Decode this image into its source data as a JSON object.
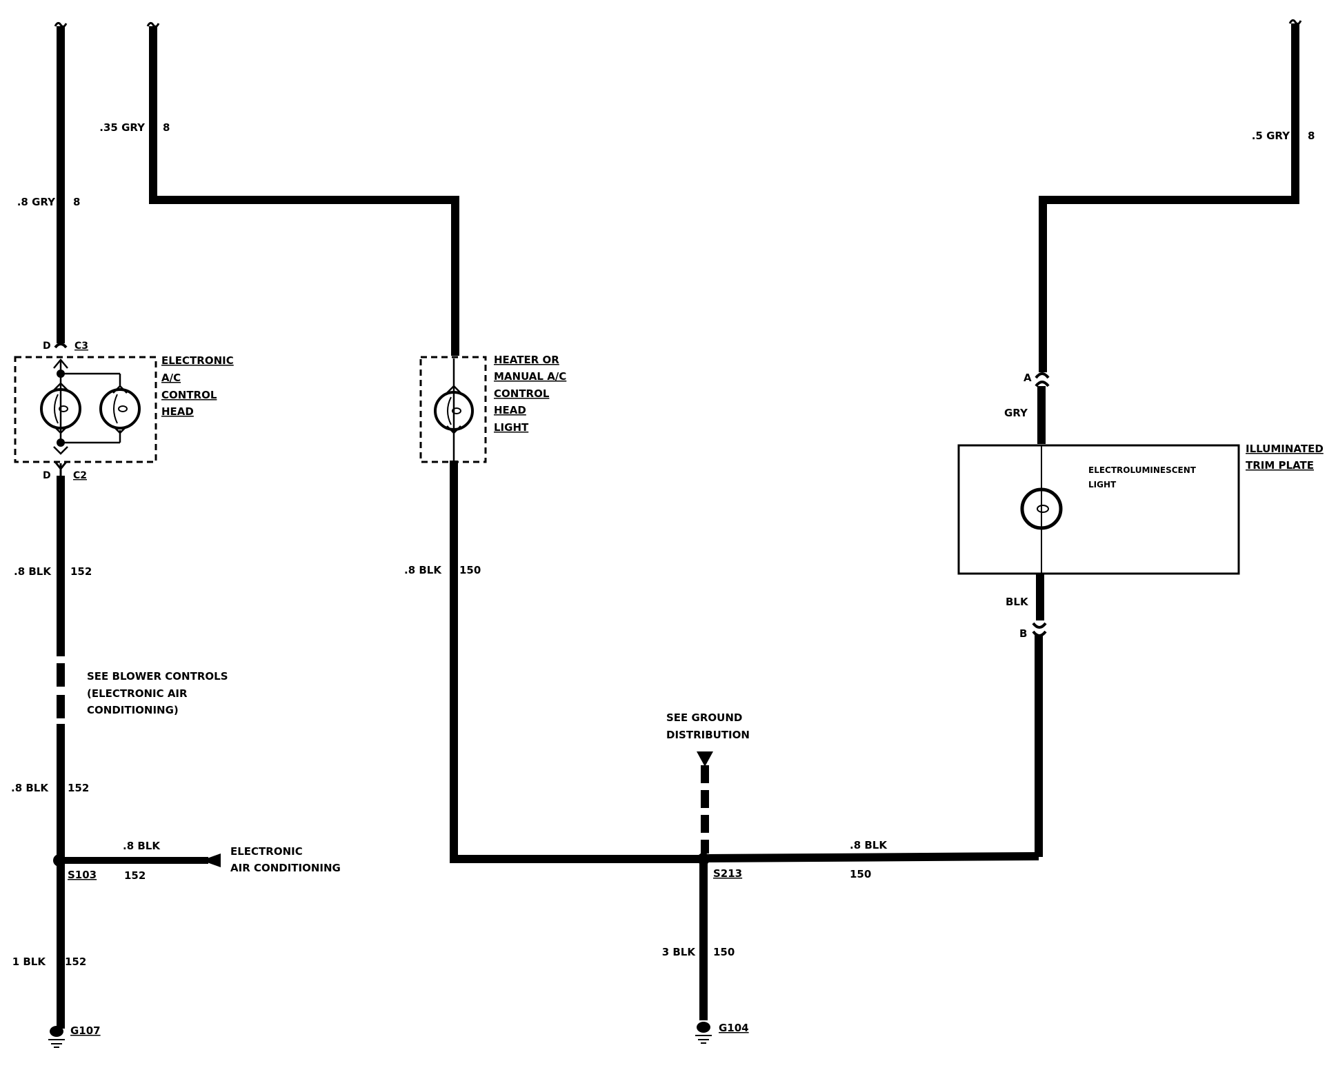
{
  "wires": {
    "w1_top": {
      "size": ".8 GRY",
      "circuit": "8"
    },
    "w2_top": {
      "size": ".35 GRY",
      "circuit": "8"
    },
    "w3_top": {
      "size": ".5 GRY",
      "circuit": "8"
    },
    "w1_mid": {
      "size": ".8 BLK",
      "circuit": "152"
    },
    "w1_low": {
      "size": ".8 BLK",
      "circuit": "152"
    },
    "w1_bottom": {
      "size": "1 BLK",
      "circuit": "152"
    },
    "branch_ac": {
      "size": ".8 BLK",
      "circuit": "152"
    },
    "w2_mid": {
      "size": ".8 BLK",
      "circuit": "150"
    },
    "ground_bus": {
      "size": ".8 BLK",
      "circuit": "150"
    },
    "w_g104": {
      "size": "3 BLK",
      "circuit": "150"
    },
    "trim_top": {
      "color": "GRY"
    },
    "trim_bottom": {
      "color": "BLK"
    }
  },
  "connectors": {
    "c3_pin": "D",
    "c3_name": "C3",
    "c2_pin": "D",
    "c2_name": "C2",
    "trim_a": "A",
    "trim_b": "B"
  },
  "components": {
    "ac_head": [
      "ELECTRONIC",
      "A/C",
      "CONTROL",
      "HEAD"
    ],
    "heater_head": [
      "HEATER OR",
      "MANUAL A/C",
      "CONTROL",
      "HEAD",
      "LIGHT"
    ],
    "trim_plate": [
      "ILLUMINATED",
      "TRIM PLATE"
    ],
    "el_light": [
      "ELECTROLUMINESCENT",
      "LIGHT"
    ]
  },
  "notes": {
    "blower": [
      "SEE BLOWER CONTROLS",
      "(ELECTRONIC AIR",
      "CONDITIONING)"
    ],
    "ground_dist": [
      "SEE GROUND",
      "DISTRIBUTION"
    ],
    "electronic_ac": [
      "ELECTRONIC",
      "AIR CONDITIONING"
    ]
  },
  "splices": {
    "s103": "S103",
    "s213": "S213"
  },
  "grounds": {
    "g107": "G107",
    "g104": "G104"
  }
}
